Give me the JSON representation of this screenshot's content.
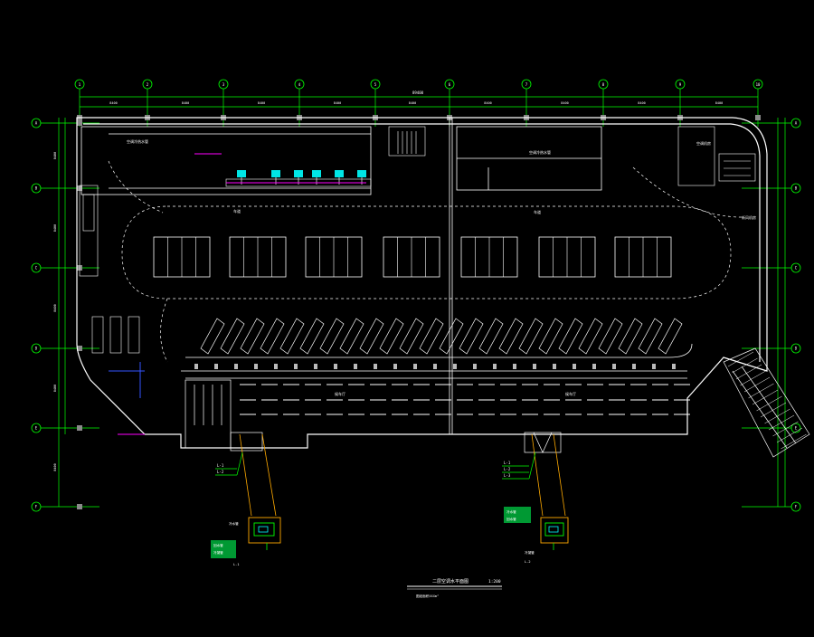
{
  "title": {
    "main": "二层空调水平面图",
    "scale": "1:200",
    "subtitle": "图纸面积XXXm²"
  },
  "axes": {
    "top": [
      "1",
      "2",
      "3",
      "4",
      "5",
      "6",
      "7",
      "8",
      "9",
      "10"
    ],
    "left": [
      "A",
      "B",
      "C",
      "D",
      "E",
      "F"
    ],
    "right": [
      "A",
      "B",
      "C",
      "D",
      "E",
      "F"
    ]
  },
  "dimensions": {
    "overall": "89400",
    "bays": [
      "8400",
      "8400",
      "8400",
      "8400",
      "8400",
      "8400",
      "8400",
      "8400",
      "8400"
    ],
    "left_side": [
      "8400",
      "8400",
      "8400",
      "8400",
      "8400"
    ]
  },
  "room_labels": {
    "upper_left_pipe": "空调冷热水管",
    "upper_mid_pipe": "空调冷热水管",
    "upper_right": "空调机房",
    "lane_left": "车道",
    "lane_right": "车道",
    "right_side": "新风机房",
    "bottom_left_hall": "候车厅",
    "bottom_right_hall": "候车厅"
  },
  "callouts": {
    "left_1": "L-1",
    "left_2": "L-2",
    "right_1": "L-1",
    "right_2": "L-2",
    "right_3": "L-3"
  },
  "detail_left_labels": [
    "冷水管",
    "回水管",
    "冷凝管",
    "L-1"
  ],
  "detail_right_labels": [
    "冷水管",
    "回水管",
    "冷凝管",
    "L-2"
  ],
  "colors": {
    "background": "#000000",
    "wall": "#ffffff",
    "axis": "#00ff00",
    "pipe": "#ff00ff",
    "unit": "#00ffff",
    "detail": "#ffaa00",
    "dim": "#00ff00",
    "pipe_blue": "#3355ff"
  }
}
